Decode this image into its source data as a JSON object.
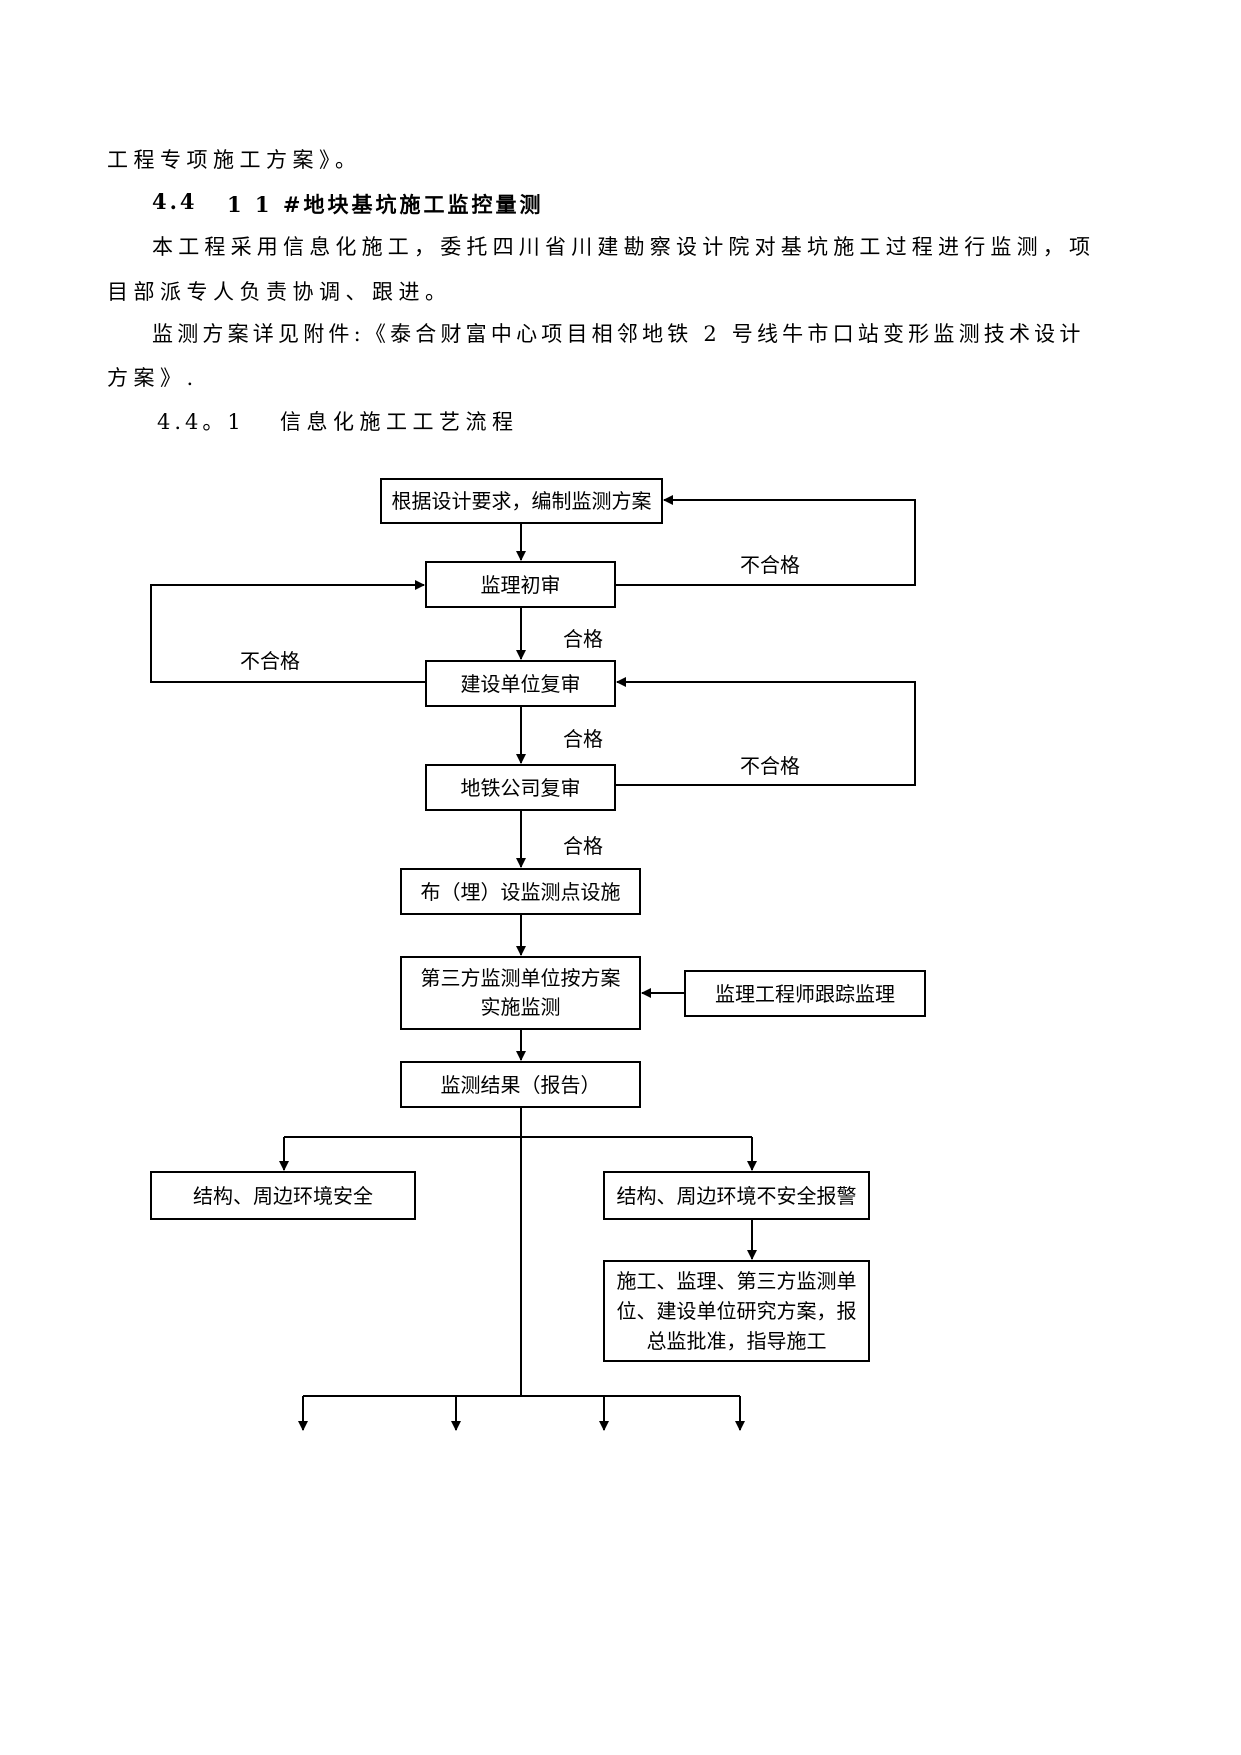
{
  "document": {
    "line1": "工程专项施工方案》。",
    "heading_num": "4.4",
    "heading_text": "1 1 #地块基坑施工监控量测",
    "para1_a": "本工程采用信息化施工，委托四川省川建勘察设计院对基坑施工过程进行监测，项",
    "para1_b": "目部派专人负责协调、跟进。",
    "para2_a": "监测方案详见附件:《泰合财富中心项目相邻地铁 2 号线牛市口站变形监测技术设计",
    "para2_b": "方案》.",
    "sub_num": "4.4。1",
    "sub_text": "信息化施工工艺流程"
  },
  "flowchart": {
    "b1": "根据设计要求，编制监测方案",
    "b2": "监理初审",
    "b3": "建设单位复审",
    "b4": "地铁公司复审",
    "b5": "布（埋）设监测点设施",
    "b6a": "第三方监测单位按方案",
    "b6b": "实施监测",
    "b7": "监理工程师跟踪监理",
    "b8": "监测结果（报告）",
    "b9": "结构、周边环境安全",
    "b10": "结构、周边环境不安全报警",
    "b11a": "施工、监理、第三方监测单",
    "b11b": "位、建设单位研究方案，报",
    "b11c": "总监批准，指导施工",
    "pass1": "合格",
    "pass2": "合格",
    "pass3": "合格",
    "fail1": "不合格",
    "fail2": "不合格",
    "fail3": "不合格"
  }
}
